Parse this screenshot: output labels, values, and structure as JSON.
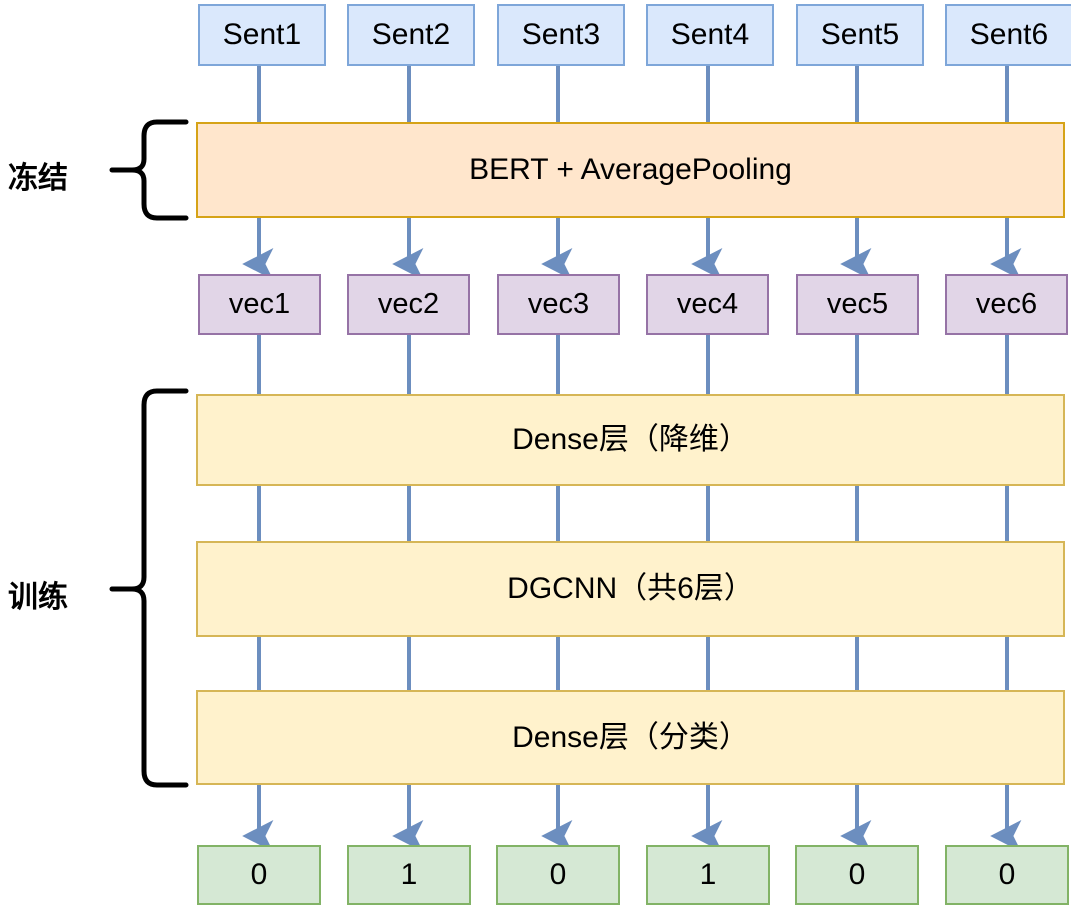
{
  "diagram": {
    "title": "BERT + DGCNN sentence-label pipeline",
    "colors": {
      "input_fill": "#dae8fc",
      "input_stroke": "#7ea6d9",
      "frozen_fill": "#ffe6cc",
      "frozen_stroke": "#d6a317",
      "vector_fill": "#e1d5e7",
      "vector_stroke": "#9673a6",
      "trainable_fill": "#fff2cc",
      "trainable_stroke": "#d6b656",
      "output_fill": "#d5e8d4",
      "output_stroke": "#82b366",
      "wire": "#6c8ebf",
      "brace": "#000000"
    }
  },
  "groups": [
    {
      "label": "冻结"
    },
    {
      "label": "训练"
    }
  ],
  "inputs": [
    {
      "label": "Sent1"
    },
    {
      "label": "Sent2"
    },
    {
      "label": "Sent3"
    },
    {
      "label": "Sent4"
    },
    {
      "label": "Sent5"
    },
    {
      "label": "Sent6"
    }
  ],
  "frozen_layers": [
    {
      "label": "BERT + AveragePooling"
    }
  ],
  "vectors": [
    {
      "label": "vec1"
    },
    {
      "label": "vec2"
    },
    {
      "label": "vec3"
    },
    {
      "label": "vec4"
    },
    {
      "label": "vec5"
    },
    {
      "label": "vec6"
    }
  ],
  "trainable_layers": [
    {
      "label": "Dense层（降维）"
    },
    {
      "label": "DGCNN（共6层）"
    },
    {
      "label": "Dense层（分类）"
    }
  ],
  "outputs": [
    {
      "label": "0"
    },
    {
      "label": "1"
    },
    {
      "label": "0"
    },
    {
      "label": "1"
    },
    {
      "label": "0"
    },
    {
      "label": "0"
    }
  ]
}
